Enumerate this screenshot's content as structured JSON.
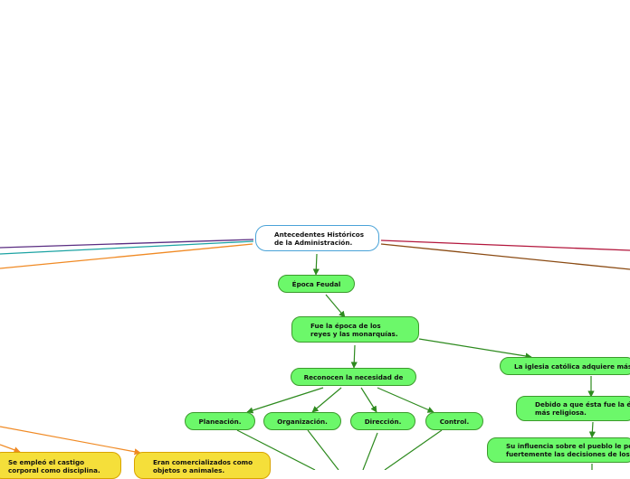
{
  "root": {
    "text": "Antecedentes Históricos\nde la Administración."
  },
  "feudal": {
    "text": "Época Feudal"
  },
  "reyes": {
    "text": "Fue la época de  los\nreyes y las monarquías."
  },
  "reconocen": {
    "text": "Reconocen la necesidad de"
  },
  "planeacion": {
    "text": "Planeación."
  },
  "organizacion": {
    "text": "Organización."
  },
  "direccion": {
    "text": "Dirección."
  },
  "control": {
    "text": "Control."
  },
  "iglesia": {
    "text": "La iglesia católica adquiere más"
  },
  "debido": {
    "text": "Debido a que ésta fue la ép\nmás religiosa."
  },
  "influencia": {
    "text": "Su influencia sobre el pueblo le per\nfuertemente las decisiones de los r"
  },
  "castigo": {
    "text": "Se empleó el castigo\ncorporal como disciplina."
  },
  "comercializados": {
    "text": "Eran comercializados como\nobjetos o animales."
  },
  "colors": {
    "green_fill": "#6cf86a",
    "green_border": "#3c9a2c",
    "yellow_fill": "#f5df3a",
    "root_border": "#4aa3d8",
    "connector_green": "#2d8a1e",
    "branch_purple": "#5a2d82",
    "branch_teal": "#1ca3a3",
    "branch_orange": "#f08a24",
    "branch_crimson": "#b3163c",
    "branch_brown": "#8a4a12"
  }
}
